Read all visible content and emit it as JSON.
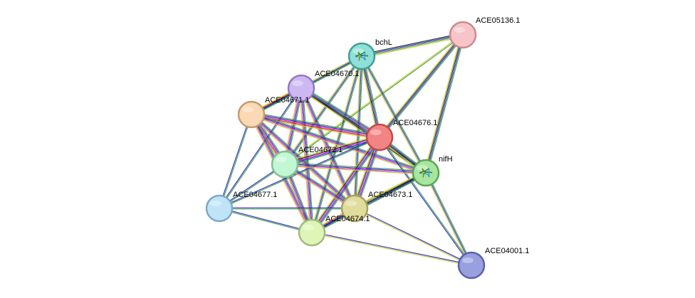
{
  "network": {
    "nodes": [
      {
        "id": "ACE05136.1",
        "label": "ACE05136.1",
        "fill": "#f7c5c8",
        "stroke": "#c98a8f",
        "structure": false
      },
      {
        "id": "bchL",
        "label": "bchL",
        "fill": "#8fe0d8",
        "stroke": "#3f9f97",
        "structure": true
      },
      {
        "id": "ACE04670.1",
        "label": "ACE04670.1",
        "fill": "#cdb8f4",
        "stroke": "#8f7ac0",
        "structure": false
      },
      {
        "id": "ACE04671.1",
        "label": "ACE04671.1",
        "fill": "#fdd8b4",
        "stroke": "#c49b72",
        "structure": false
      },
      {
        "id": "ACE04676.1",
        "label": "ACE04676.1",
        "fill": "#f38484",
        "stroke": "#c04a4a",
        "structure": false
      },
      {
        "id": "ACE04672.1",
        "label": "ACE04672.1",
        "fill": "#c2f7d3",
        "stroke": "#7fbf94",
        "structure": false
      },
      {
        "id": "nifH",
        "label": "nifH",
        "fill": "#a8e6a0",
        "stroke": "#5aa655",
        "structure": true
      },
      {
        "id": "ACE04677.1",
        "label": "ACE04677.1",
        "fill": "#bfe4f8",
        "stroke": "#7fa9c3",
        "structure": false
      },
      {
        "id": "ACE04673.1",
        "label": "ACE04673.1",
        "fill": "#e0dc9c",
        "stroke": "#a8a360",
        "structure": false
      },
      {
        "id": "ACE04674.1",
        "label": "ACE04674.1",
        "fill": "#dff5b8",
        "stroke": "#9fbc79",
        "structure": false
      },
      {
        "id": "ACE04001.1",
        "label": "ACE04001.1",
        "fill": "#98a0e0",
        "stroke": "#5a62a8",
        "structure": false
      }
    ],
    "edges": [
      {
        "source": "ACE05136.1",
        "target": "bchL",
        "colors": [
          "#c8c820",
          "#3a9a3a",
          "#2020d0",
          "#202020"
        ]
      },
      {
        "source": "ACE05136.1",
        "target": "ACE04676.1",
        "colors": [
          "#3a9a3a",
          "#2020d0",
          "#202020",
          "#c8c820"
        ]
      },
      {
        "source": "ACE05136.1",
        "target": "nifH",
        "colors": [
          "#3a9a3a",
          "#2020d0",
          "#202020",
          "#c8c820"
        ]
      },
      {
        "source": "ACE05136.1",
        "target": "ACE04672.1",
        "colors": [
          "#3a9a3a",
          "#c8c820"
        ]
      },
      {
        "source": "bchL",
        "target": "ACE04670.1",
        "colors": [
          "#3a9a3a",
          "#2020d0",
          "#c8c820"
        ]
      },
      {
        "source": "bchL",
        "target": "ACE04676.1",
        "colors": [
          "#3a9a3a",
          "#2020d0",
          "#202020",
          "#c8c820"
        ]
      },
      {
        "source": "bchL",
        "target": "ACE04671.1",
        "colors": [
          "#3a9a3a",
          "#2020d0",
          "#c8c820"
        ]
      },
      {
        "source": "bchL",
        "target": "ACE04672.1",
        "colors": [
          "#3a9a3a",
          "#2020d0",
          "#c8c820"
        ]
      },
      {
        "source": "bchL",
        "target": "ACE04673.1",
        "colors": [
          "#3a9a3a",
          "#2020d0",
          "#c8c820"
        ]
      },
      {
        "source": "bchL",
        "target": "ACE04674.1",
        "colors": [
          "#3a9a3a",
          "#2020d0",
          "#c8c820"
        ]
      },
      {
        "source": "bchL",
        "target": "nifH",
        "colors": [
          "#3a9a3a",
          "#2020d0",
          "#c8c820"
        ]
      },
      {
        "source": "ACE04670.1",
        "target": "ACE04671.1",
        "colors": [
          "#3a9a3a",
          "#2020d0",
          "#d02020",
          "#c8c820"
        ]
      },
      {
        "source": "ACE04670.1",
        "target": "ACE04676.1",
        "colors": [
          "#3a9a3a",
          "#2020d0",
          "#d020d0",
          "#202020",
          "#c8c820"
        ]
      },
      {
        "source": "ACE04670.1",
        "target": "ACE04672.1",
        "colors": [
          "#3a9a3a",
          "#2020d0",
          "#d020d0",
          "#c8c820"
        ]
      },
      {
        "source": "ACE04670.1",
        "target": "nifH",
        "colors": [
          "#3a9a3a",
          "#2020d0",
          "#202020",
          "#c8c820"
        ]
      },
      {
        "source": "ACE04670.1",
        "target": "ACE04673.1",
        "colors": [
          "#3a9a3a",
          "#2020d0",
          "#d020d0",
          "#c8c820"
        ]
      },
      {
        "source": "ACE04670.1",
        "target": "ACE04674.1",
        "colors": [
          "#3a9a3a",
          "#2020d0",
          "#d020d0",
          "#c8c820"
        ]
      },
      {
        "source": "ACE04670.1",
        "target": "ACE04677.1",
        "colors": [
          "#3a9a3a",
          "#2020d0"
        ]
      },
      {
        "source": "ACE04671.1",
        "target": "ACE04676.1",
        "colors": [
          "#3a9a3a",
          "#2020d0",
          "#d020d0",
          "#d02020",
          "#c8c820"
        ]
      },
      {
        "source": "ACE04671.1",
        "target": "ACE04672.1",
        "colors": [
          "#3a9a3a",
          "#2020d0",
          "#d020d0",
          "#d02020",
          "#c8c820"
        ]
      },
      {
        "source": "ACE04671.1",
        "target": "nifH",
        "colors": [
          "#3a9a3a",
          "#2020d0",
          "#d020d0",
          "#c8c820"
        ]
      },
      {
        "source": "ACE04671.1",
        "target": "ACE04673.1",
        "colors": [
          "#3a9a3a",
          "#2020d0",
          "#d020d0",
          "#c8c820"
        ]
      },
      {
        "source": "ACE04671.1",
        "target": "ACE04674.1",
        "colors": [
          "#3a9a3a",
          "#2020d0",
          "#d020d0",
          "#c8c820"
        ]
      },
      {
        "source": "ACE04671.1",
        "target": "ACE04677.1",
        "colors": [
          "#3a9a3a",
          "#2020d0"
        ]
      },
      {
        "source": "ACE04676.1",
        "target": "ACE04672.1",
        "colors": [
          "#3a9a3a",
          "#2020d0",
          "#d020d0",
          "#202020",
          "#c8c820"
        ]
      },
      {
        "source": "ACE04676.1",
        "target": "nifH",
        "colors": [
          "#3a9a3a",
          "#2020d0",
          "#202020",
          "#c8c820"
        ]
      },
      {
        "source": "ACE04676.1",
        "target": "ACE04673.1",
        "colors": [
          "#3a9a3a",
          "#2020d0",
          "#d020d0",
          "#202020",
          "#c8c820"
        ]
      },
      {
        "source": "ACE04676.1",
        "target": "ACE04674.1",
        "colors": [
          "#3a9a3a",
          "#2020d0",
          "#d020d0",
          "#202020",
          "#c8c820"
        ]
      },
      {
        "source": "ACE04676.1",
        "target": "ACE04677.1",
        "colors": [
          "#3a9a3a",
          "#2020d0"
        ]
      },
      {
        "source": "ACE04676.1",
        "target": "ACE04001.1",
        "colors": [
          "#3a9a3a",
          "#2020d0"
        ]
      },
      {
        "source": "ACE04672.1",
        "target": "nifH",
        "colors": [
          "#3a9a3a",
          "#2020d0",
          "#d020d0",
          "#c8c820"
        ]
      },
      {
        "source": "ACE04672.1",
        "target": "ACE04673.1",
        "colors": [
          "#3a9a3a",
          "#2020d0",
          "#d020d0",
          "#c8c820"
        ]
      },
      {
        "source": "ACE04672.1",
        "target": "ACE04674.1",
        "colors": [
          "#3a9a3a",
          "#2020d0",
          "#d020d0",
          "#c8c820"
        ]
      },
      {
        "source": "ACE04672.1",
        "target": "ACE04677.1",
        "colors": [
          "#3a9a3a",
          "#2020d0"
        ]
      },
      {
        "source": "nifH",
        "target": "ACE04673.1",
        "colors": [
          "#3a9a3a",
          "#2020d0",
          "#202020",
          "#c8c820"
        ]
      },
      {
        "source": "nifH",
        "target": "ACE04674.1",
        "colors": [
          "#3a9a3a",
          "#2020d0",
          "#202020",
          "#c8c820"
        ]
      },
      {
        "source": "nifH",
        "target": "ACE04001.1",
        "colors": [
          "#3a9a3a",
          "#2020d0",
          "#c8c820"
        ]
      },
      {
        "source": "ACE04673.1",
        "target": "ACE04674.1",
        "colors": [
          "#3a9a3a",
          "#2020d0",
          "#d020d0",
          "#c8c820"
        ]
      },
      {
        "source": "ACE04673.1",
        "target": "ACE04677.1",
        "colors": [
          "#3a9a3a",
          "#2020d0"
        ]
      },
      {
        "source": "ACE04673.1",
        "target": "ACE04001.1",
        "colors": [
          "#2020d0",
          "#c8c820"
        ]
      },
      {
        "source": "ACE04674.1",
        "target": "ACE04677.1",
        "colors": [
          "#3a9a3a",
          "#2020d0"
        ]
      },
      {
        "source": "ACE04674.1",
        "target": "ACE04001.1",
        "colors": [
          "#2020d0",
          "#c8c820"
        ]
      }
    ]
  }
}
